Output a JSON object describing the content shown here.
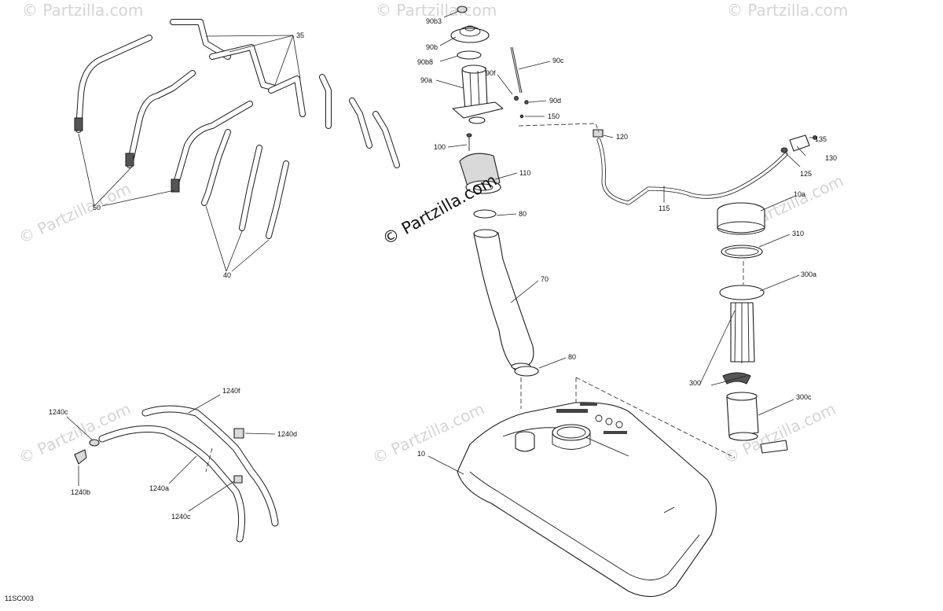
{
  "watermark": {
    "main": "© Partzilla.com",
    "faint": "© Partzilla.com"
  },
  "diagram_ref": "11SC003",
  "callouts": {
    "c35": "35",
    "c50": "50",
    "c40": "40",
    "c90b3": "90b3",
    "c90b": "90b",
    "c90b8": "90b8",
    "c90a": "90a",
    "c90f": "90f",
    "c90c": "90c",
    "c90d": "90d",
    "c150": "150",
    "c100": "100",
    "c110": "110",
    "c120": "120",
    "c80a": "80",
    "c70": "70",
    "c80b": "80",
    "c10": "10",
    "c115": "115",
    "c135": "135",
    "c130": "130",
    "c125": "125",
    "c10a": "10a",
    "c310": "310",
    "c300a": "300a",
    "c300": "300",
    "c300c": "300c",
    "c1240c_top": "1240c",
    "c1240f": "1240f",
    "c1240d": "1240d",
    "c1240a": "1240a",
    "c1240b": "1240b",
    "c1240c_bot": "1240c"
  },
  "colors": {
    "line": "#1a1a1a",
    "watermark_faint": "#d4d4d4",
    "background": "#ffffff"
  }
}
